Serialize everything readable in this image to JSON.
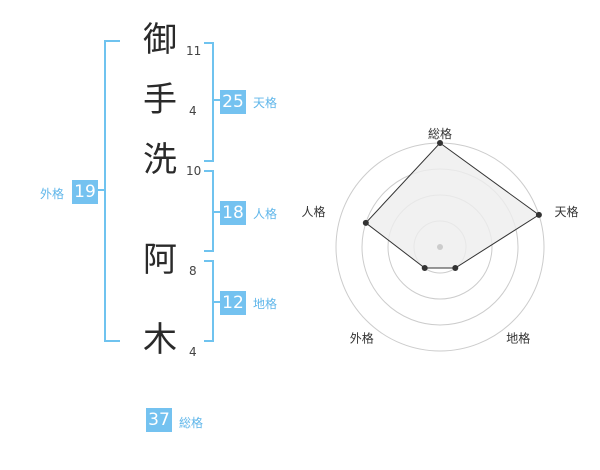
{
  "name_chars": [
    {
      "char": "御",
      "strokes": "11"
    },
    {
      "char": "手",
      "strokes": "4"
    },
    {
      "char": "洗",
      "strokes": "10"
    },
    {
      "char": "阿",
      "strokes": "8"
    },
    {
      "char": "木",
      "strokes": "4"
    }
  ],
  "scores": {
    "tenkaku": {
      "value": "25",
      "label": "天格"
    },
    "jinkaku": {
      "value": "18",
      "label": "人格"
    },
    "chikaku": {
      "value": "12",
      "label": "地格"
    },
    "gaikaku": {
      "value": "19",
      "label": "外格"
    },
    "soukaku": {
      "value": "37",
      "label": "総格"
    }
  },
  "radar": {
    "axes": [
      "総格",
      "天格",
      "地格",
      "外格",
      "人格"
    ],
    "levels": 4,
    "values": [
      4,
      4,
      1,
      1,
      3
    ]
  },
  "colors": {
    "accent": "#74c2f0",
    "bracket": "#6fc3ef",
    "label": "#5fb6ea",
    "radar_fill": "#eeeeee",
    "radar_line": "#333333",
    "grid": "#cccccc"
  }
}
